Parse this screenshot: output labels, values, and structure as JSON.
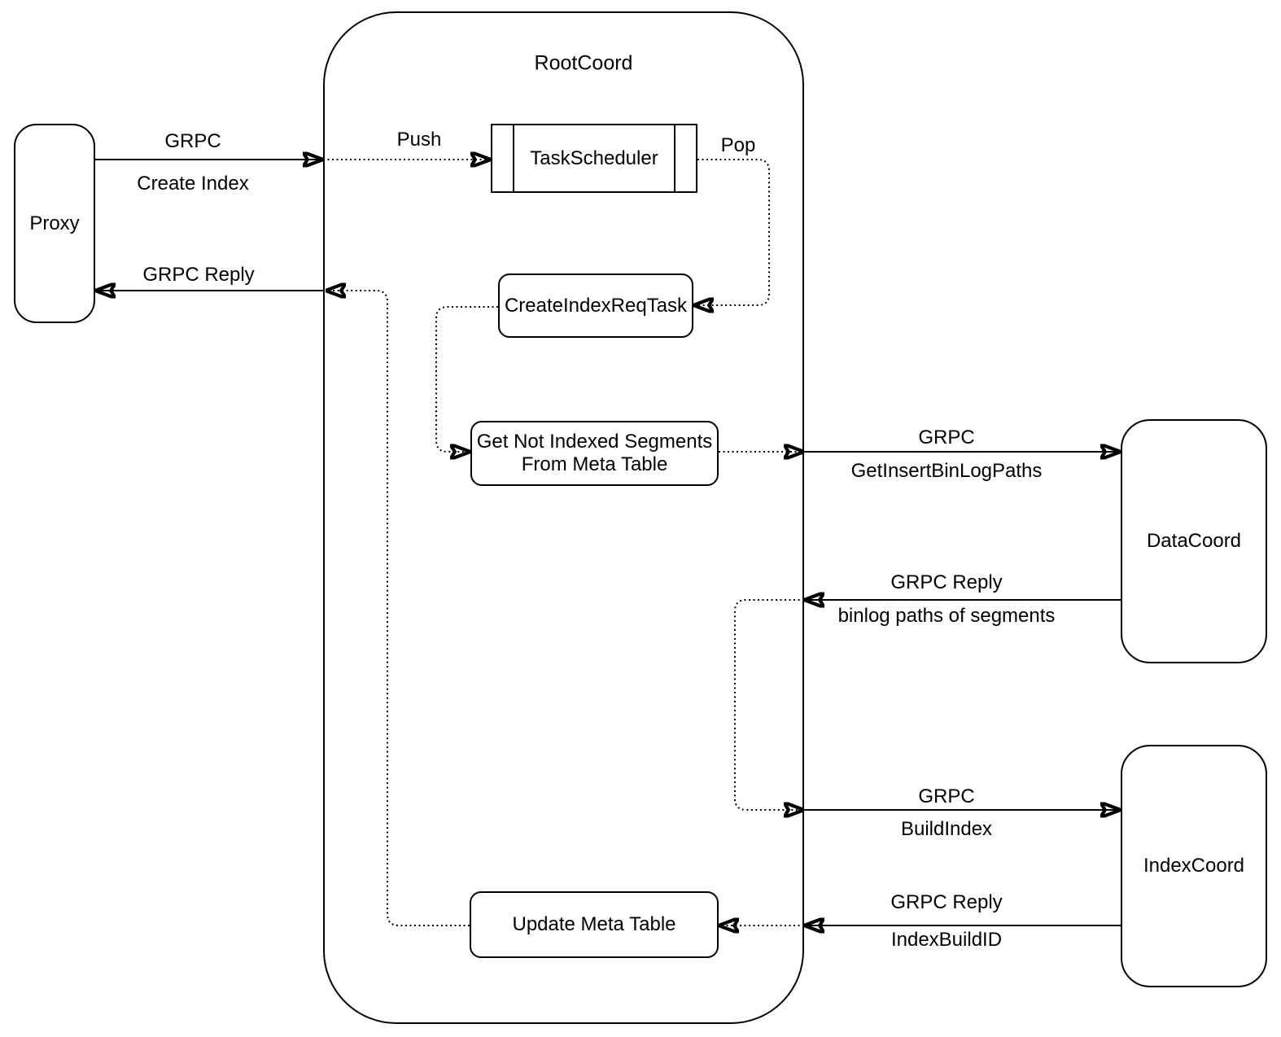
{
  "diagram": {
    "colors": {
      "stroke": "#000000",
      "background": "#ffffff"
    },
    "nodes": {
      "root_coord": {
        "label": "RootCoord"
      },
      "proxy": {
        "label": "Proxy"
      },
      "task_scheduler": {
        "label": "TaskScheduler"
      },
      "create_index_req_task": {
        "label": "CreateIndexReqTask"
      },
      "get_not_indexed_segments": {
        "line1": "Get Not Indexed Segments",
        "line2": "From Meta Table"
      },
      "update_meta_table": {
        "label": "Update Meta Table"
      },
      "data_coord": {
        "label": "DataCoord"
      },
      "index_coord": {
        "label": "IndexCoord"
      }
    },
    "edges": {
      "create_index": {
        "line1": "GRPC",
        "line2": "Create Index"
      },
      "push": {
        "label": "Push"
      },
      "pop": {
        "label": "Pop"
      },
      "grpc_reply_proxy": {
        "label": "GRPC Reply"
      },
      "get_insert_bin_log_paths": {
        "line1": "GRPC",
        "line2": "GetInsertBinLogPaths"
      },
      "binlog_reply": {
        "line1": "GRPC Reply",
        "line2": "binlog paths of segments"
      },
      "build_index": {
        "line1": "GRPC",
        "line2": "BuildIndex"
      },
      "index_build_id_reply": {
        "line1": "GRPC Reply",
        "line2": "IndexBuildID"
      }
    }
  }
}
